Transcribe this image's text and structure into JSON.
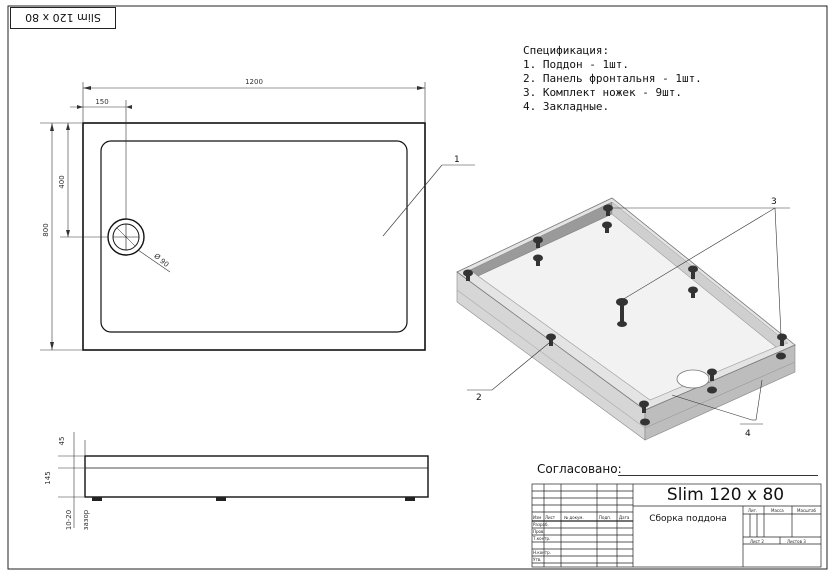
{
  "stamp": {
    "text": "Slim 120 x 80"
  },
  "specification": {
    "title": "Спецификация:",
    "items": [
      "1. Поддон - 1шт.",
      "2. Панель фронтальня - 1шт.",
      "3. Комплект ножек - 9шт.",
      "4. Закладные."
    ]
  },
  "dimensions": {
    "width": "1200",
    "offset": "150",
    "height": "800",
    "drain_offset": "400",
    "drain_diameter": "Ø 90",
    "side_top": "45",
    "side_height": "145",
    "side_gap": "10-20",
    "side_gap_label": "зазор"
  },
  "callouts": {
    "c1": "1",
    "c2": "2",
    "c3": "3",
    "c4": "4"
  },
  "approval": {
    "label": "Согласовано:"
  },
  "title_block": {
    "title": "Slim 120 x 80",
    "name": "Сборка поддона",
    "cols": [
      "Изм",
      "Лист",
      "№ докум.",
      "Подп.",
      "Дата"
    ],
    "rows": [
      "Разраб.",
      "Пров.",
      "Т.контр.",
      "Н.контр.",
      "Утв."
    ],
    "lit": "Лит.",
    "mass": "Масса",
    "scale": "Масштаб",
    "sheet": "Лист 2",
    "sheets": "Листов 3"
  },
  "colors": {
    "line": "#222222",
    "tray_face": "#f3f3f3",
    "tray_side": "#d8d8d8",
    "foot": "#333333"
  }
}
